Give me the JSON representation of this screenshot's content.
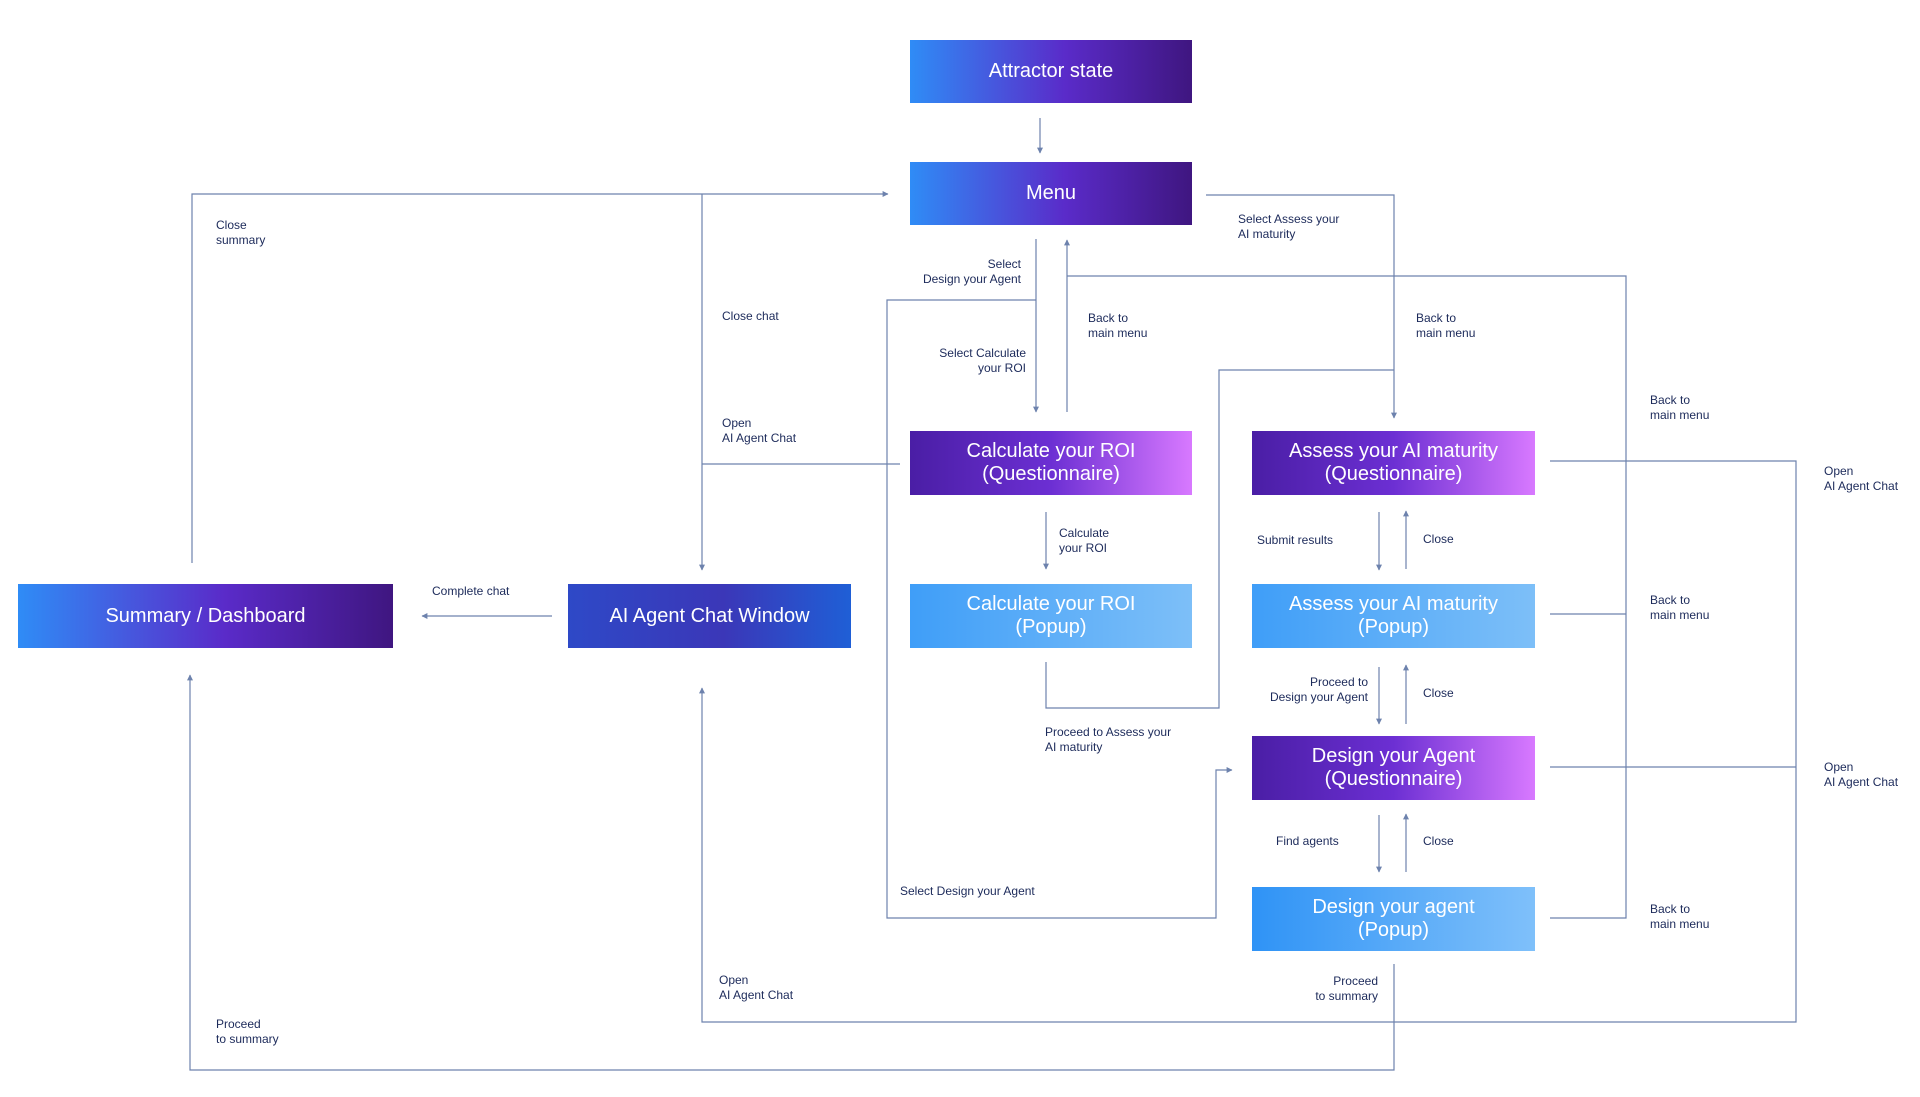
{
  "colors": {
    "connector": "#6d82ad",
    "label_text": "#1c2a5a"
  },
  "nodes": {
    "attractor": "Attractor state",
    "menu": "Menu",
    "summary": "Summary / Dashboard",
    "ai_chat": "AI Agent Chat Window",
    "roi_q": {
      "line1": "Calculate your ROI",
      "line2": "(Questionnaire)"
    },
    "roi_p": {
      "line1": "Calculate your ROI",
      "line2": "(Popup)"
    },
    "assess_q": {
      "line1": "Assess your AI maturity",
      "line2": "(Questionnaire)"
    },
    "assess_p": {
      "line1": "Assess your AI maturity",
      "line2": "(Popup)"
    },
    "design_q": {
      "line1": "Design your Agent",
      "line2": "(Questionnaire)"
    },
    "design_p": {
      "line1": "Design your agent",
      "line2": "(Popup)"
    }
  },
  "labels": {
    "close_summary": "Close\nsummary",
    "close_chat": "Close chat",
    "open_chat_left": "Open\nAI Agent Chat",
    "select_design": "Select\nDesign your Agent",
    "select_roi": "Select Calculate\nyour ROI",
    "back_menu_roi": "Back to\nmain menu",
    "select_assess": "Select Assess your\nAI maturity",
    "back_menu_assess": "Back to\nmain menu",
    "back_menu_right1": "Back to\nmain menu",
    "open_chat_right1": "Open\nAI Agent Chat",
    "calculate_roi": "Calculate\nyour ROI",
    "submit_results": "Submit results",
    "close_1": "Close",
    "complete_chat": "Complete chat",
    "back_menu_right2": "Back to\nmain menu",
    "proceed_design": "Proceed to\nDesign your Agent",
    "close_2": "Close",
    "proceed_assess": "Proceed to Assess your\nAI maturity",
    "open_chat_right2": "Open\nAI Agent Chat",
    "find_agents": "Find agents",
    "close_3": "Close",
    "select_design_bottom": "Select Design your Agent",
    "back_menu_right3": "Back to\nmain menu",
    "open_chat_bottom": "Open\nAI Agent Chat",
    "proceed_summary_right": "Proceed\nto summary",
    "proceed_summary_left": "Proceed\nto summary"
  }
}
